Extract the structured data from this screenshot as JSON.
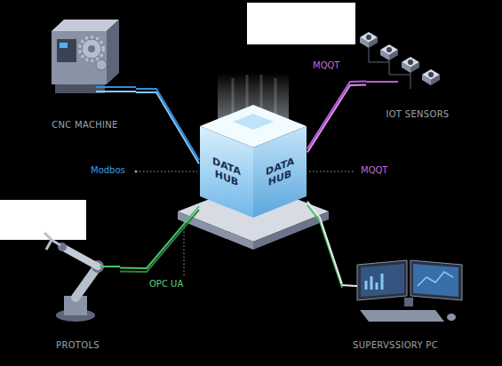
{
  "diagram": {
    "nodes": [
      {
        "text": [
          "CNC MACHINE"
        ]
      },
      {
        "text": [
          "IOT SENSORS"
        ]
      },
      {
        "text": [
          "DATA HUB",
          "DATA HUB"
        ]
      },
      {
        "text": [
          "PROTOLS"
        ]
      },
      {
        "text": [
          "SUPERVSSIORY PC"
        ]
      }
    ],
    "edges": [
      {
        "from": 0,
        "to": 2,
        "arrow": "none"
      },
      {
        "from": 1,
        "to": 2,
        "label": "MQQT",
        "arrow": "none"
      },
      {
        "from": 3,
        "to": 2,
        "arrow": "none"
      },
      {
        "from": 2,
        "to": 4,
        "arrow": "none"
      }
    ],
    "labels": [
      "Modbos",
      "MQQT",
      "OPC UA"
    ]
  }
}
